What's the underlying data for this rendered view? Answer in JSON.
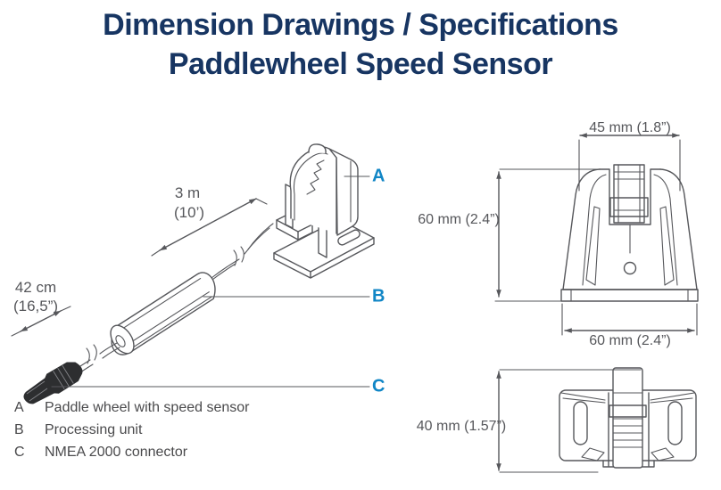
{
  "page": {
    "title_line1": "Dimension Drawings / Specifications",
    "title_line2": "Paddlewheel Speed Sensor"
  },
  "colors": {
    "title_navy": "#173562",
    "label_blue": "#1186c6",
    "line_gray": "#56575b",
    "text_gray": "#4a4a4c",
    "connector_black": "#2d2e30"
  },
  "isometric": {
    "dim_cable_length": {
      "line1": "3 m",
      "line2": "(10’)"
    },
    "dim_connector_length": {
      "line1": "42 cm",
      "line2": "(16,5”)"
    },
    "label_a": "A",
    "label_b": "B",
    "label_c": "C"
  },
  "front_view": {
    "dim_width_top": "45 mm (1.8”)",
    "dim_height_left": "60 mm (2.4”)",
    "dim_width_base": "60 mm (2.4”)"
  },
  "top_view": {
    "dim_height_left": "40 mm (1.57”)"
  },
  "legend": {
    "items": [
      {
        "key": "A",
        "label": "Paddle wheel with speed sensor"
      },
      {
        "key": "B",
        "label": "Processing unit"
      },
      {
        "key": "C",
        "label": "NMEA 2000 connector"
      }
    ]
  }
}
